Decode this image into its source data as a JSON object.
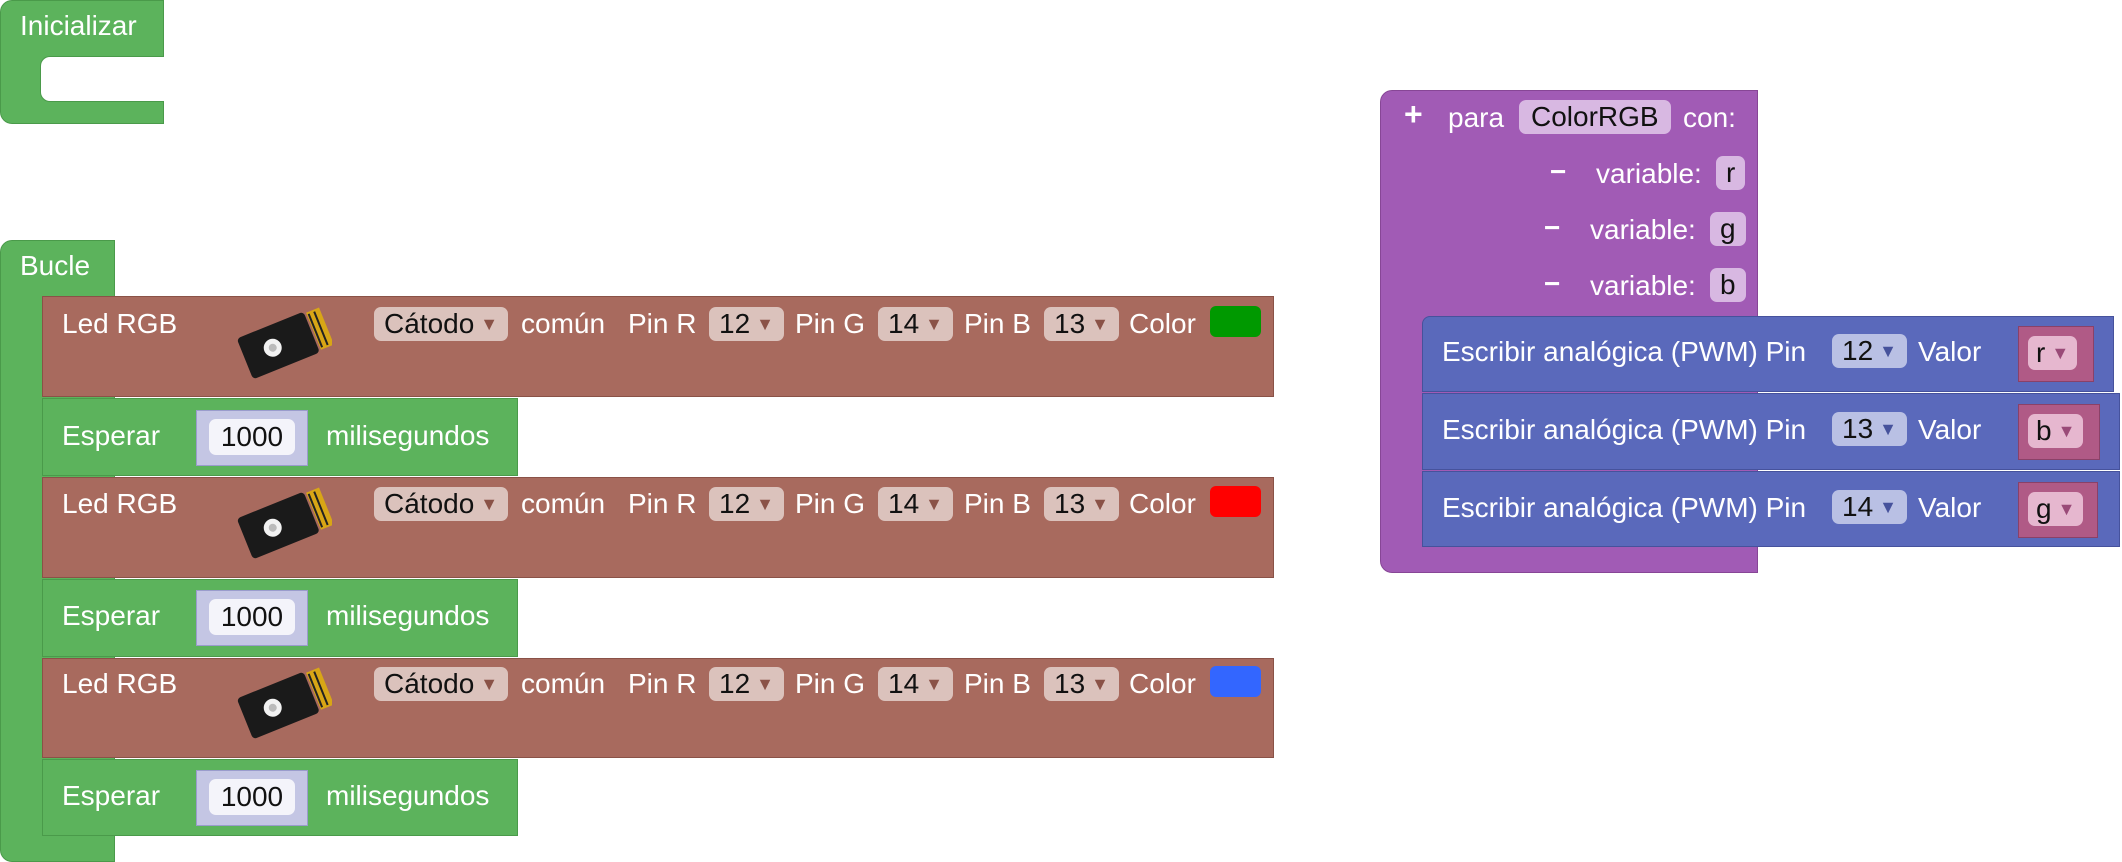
{
  "init_block": {
    "label": "Inicializar"
  },
  "loop_block": {
    "label": "Bucle"
  },
  "led_blocks": [
    {
      "label": "Led RGB",
      "mode": "Cátodo",
      "common_label": "común",
      "pin_r_label": "Pin R",
      "pin_r": "12",
      "pin_g_label": "Pin G",
      "pin_g": "14",
      "pin_b_label": "Pin B",
      "pin_b": "13",
      "color_label": "Color",
      "color": "#009900"
    },
    {
      "label": "Led RGB",
      "mode": "Cátodo",
      "common_label": "común",
      "pin_r_label": "Pin R",
      "pin_r": "12",
      "pin_g_label": "Pin G",
      "pin_g": "14",
      "pin_b_label": "Pin B",
      "pin_b": "13",
      "color_label": "Color",
      "color": "#ff0000"
    },
    {
      "label": "Led RGB",
      "mode": "Cátodo",
      "common_label": "común",
      "pin_r_label": "Pin R",
      "pin_r": "12",
      "pin_g_label": "Pin G",
      "pin_g": "14",
      "pin_b_label": "Pin B",
      "pin_b": "13",
      "color_label": "Color",
      "color": "#3366ff"
    }
  ],
  "wait_blocks": [
    {
      "label": "Esperar",
      "value": "1000",
      "unit": "milisegundos"
    },
    {
      "label": "Esperar",
      "value": "1000",
      "unit": "milisegundos"
    },
    {
      "label": "Esperar",
      "value": "1000",
      "unit": "milisegundos"
    }
  ],
  "function_block": {
    "plus": "+",
    "prefix": "para",
    "name": "ColorRGB",
    "suffix": "con:",
    "params": [
      {
        "minus": "−",
        "label": "variable:",
        "name": "r"
      },
      {
        "minus": "−",
        "label": "variable:",
        "name": "g"
      },
      {
        "minus": "−",
        "label": "variable:",
        "name": "b"
      }
    ]
  },
  "pwm_blocks": [
    {
      "label": "Escribir analógica (PWM) Pin",
      "pin": "12",
      "value_label": "Valor",
      "var": "r"
    },
    {
      "label": "Escribir analógica (PWM) Pin",
      "pin": "13",
      "value_label": "Valor",
      "var": "b"
    },
    {
      "label": "Escribir analógica (PWM) Pin",
      "pin": "14",
      "value_label": "Valor",
      "var": "g"
    }
  ],
  "icons": {
    "dropdown": "triangle-down",
    "led_module": "rgb-led-module"
  }
}
